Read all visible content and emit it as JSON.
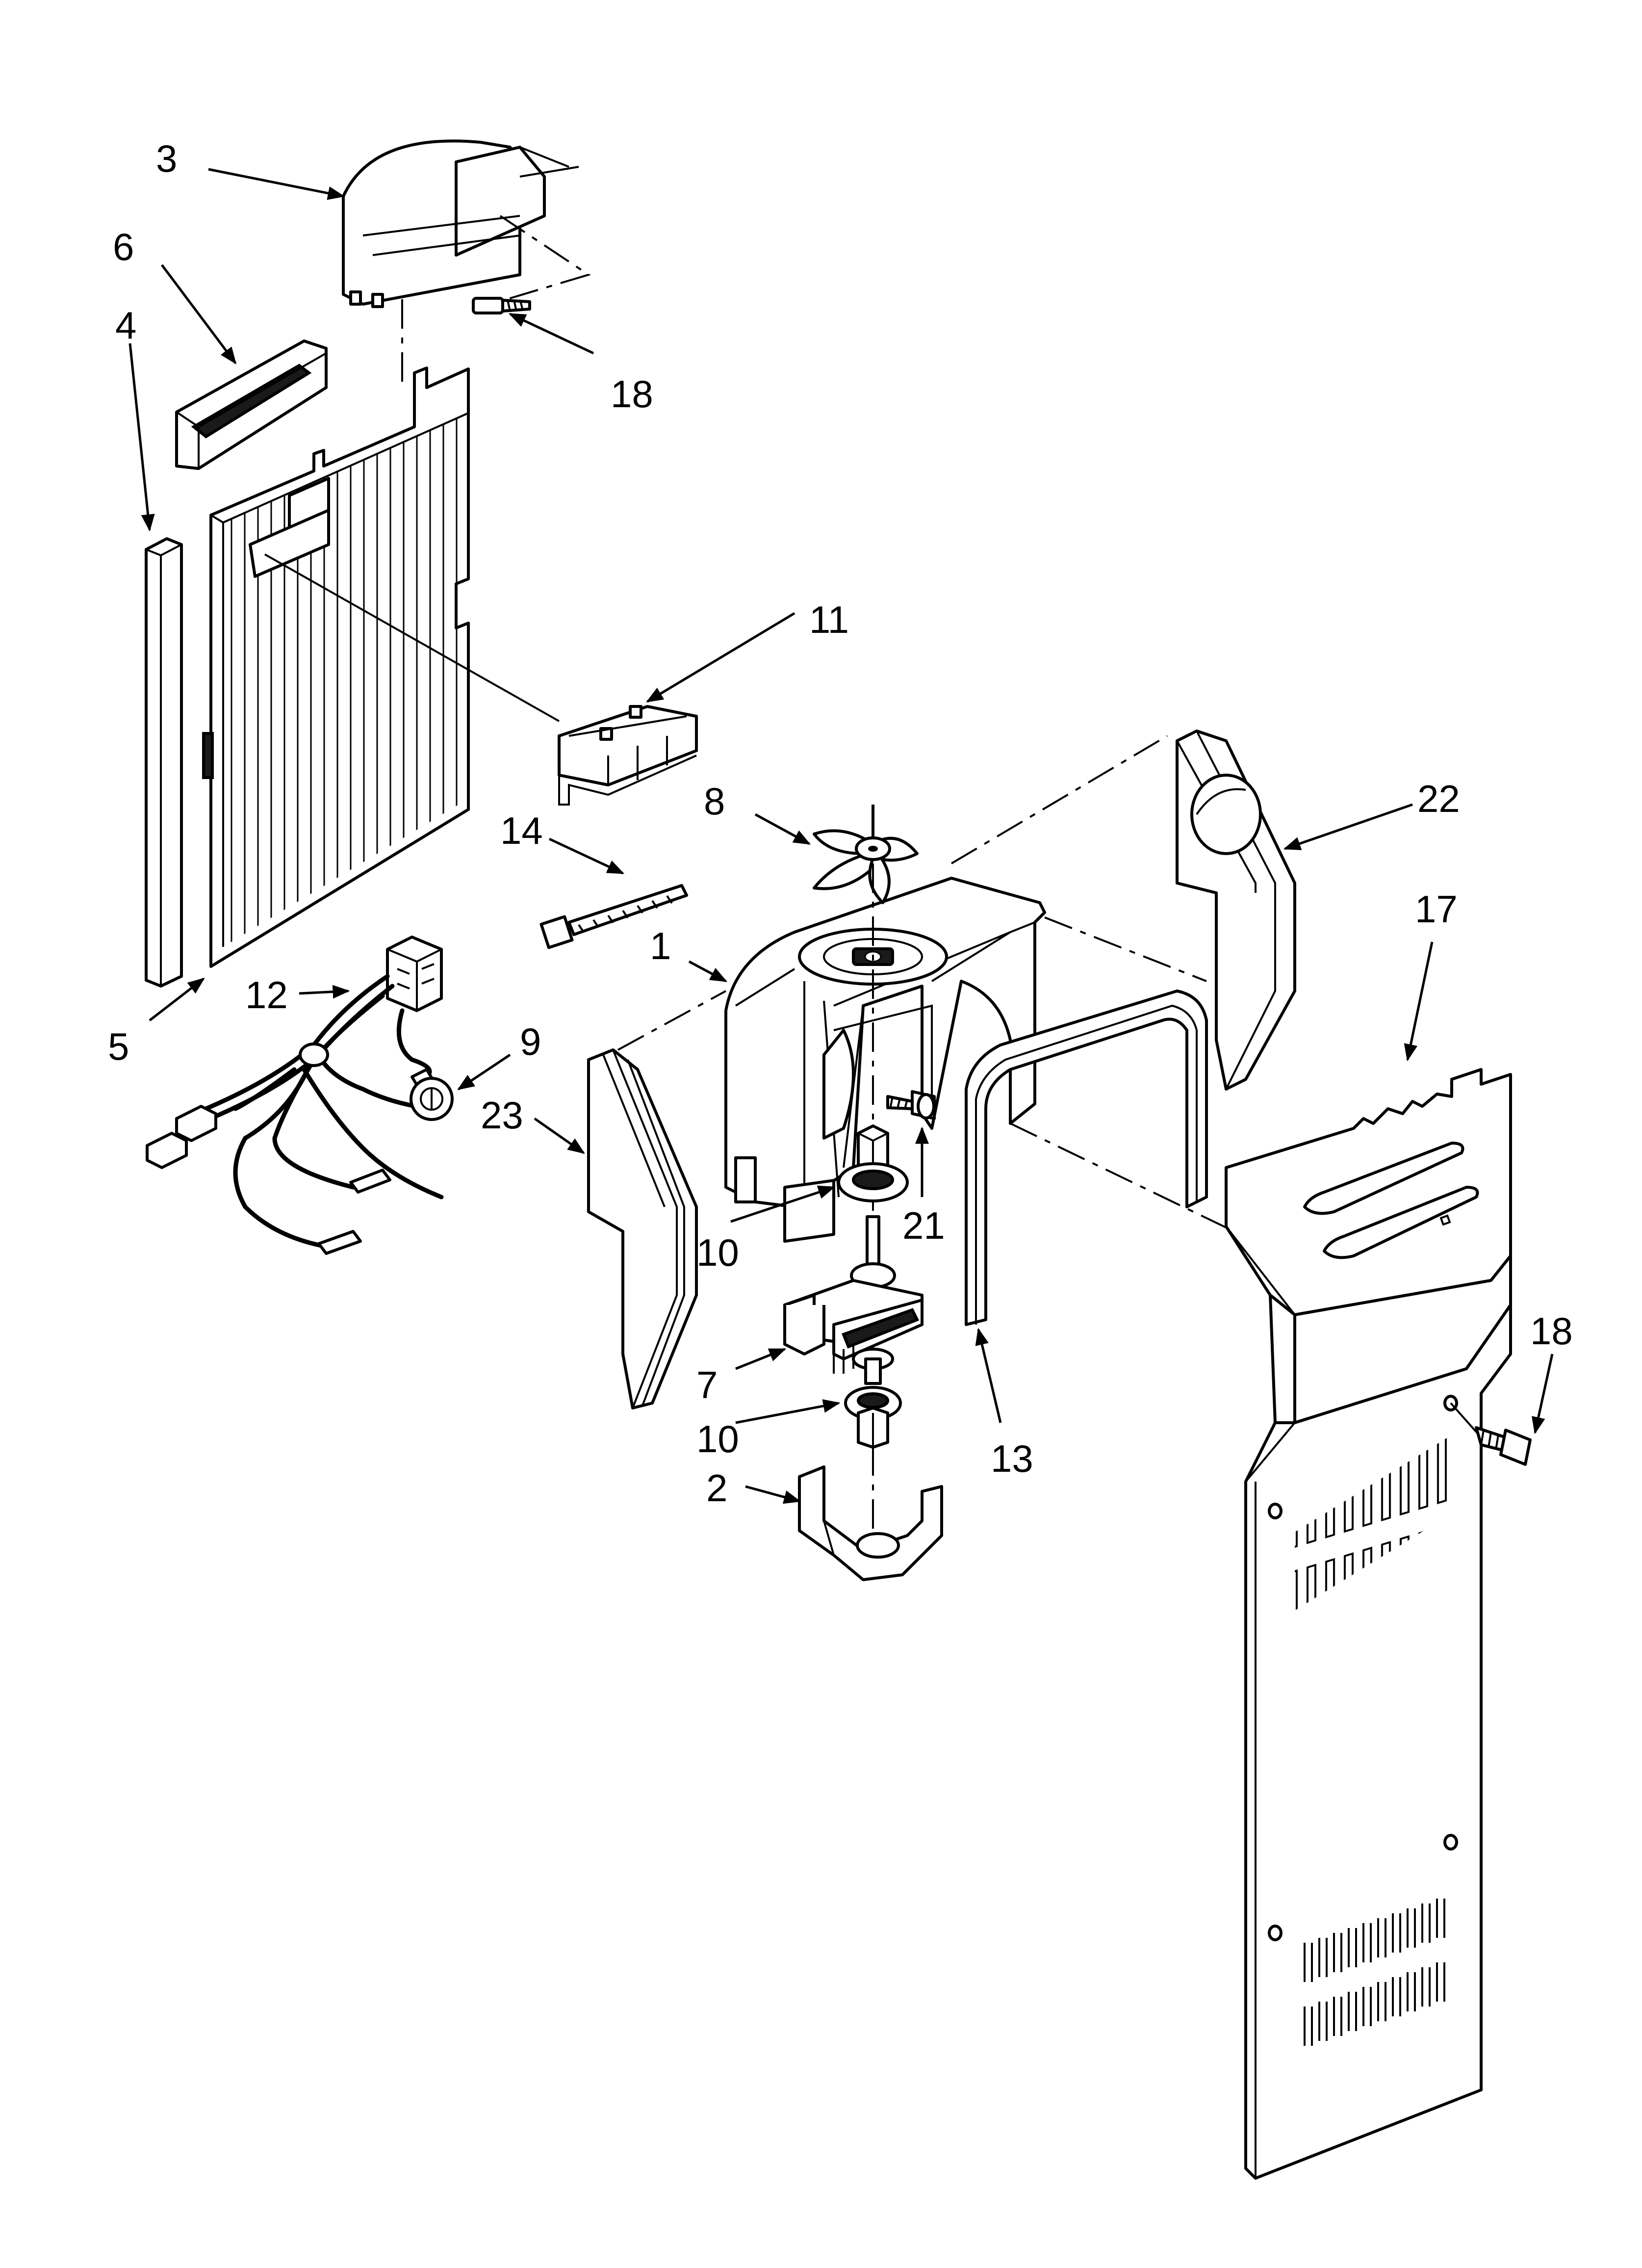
{
  "callouts": [
    {
      "id": "c3",
      "text": "3"
    },
    {
      "id": "c6",
      "text": "6"
    },
    {
      "id": "c4",
      "text": "4"
    },
    {
      "id": "c18a",
      "text": "18"
    },
    {
      "id": "c11",
      "text": "11"
    },
    {
      "id": "c8",
      "text": "8"
    },
    {
      "id": "c22",
      "text": "22"
    },
    {
      "id": "c14",
      "text": "14"
    },
    {
      "id": "c17",
      "text": "17"
    },
    {
      "id": "c1",
      "text": "1"
    },
    {
      "id": "c12",
      "text": "12"
    },
    {
      "id": "c9",
      "text": "9"
    },
    {
      "id": "c5",
      "text": "5"
    },
    {
      "id": "c23",
      "text": "23"
    },
    {
      "id": "c21",
      "text": "21"
    },
    {
      "id": "c10a",
      "text": "10"
    },
    {
      "id": "c7",
      "text": "7"
    },
    {
      "id": "c10b",
      "text": "10"
    },
    {
      "id": "c13",
      "text": "13"
    },
    {
      "id": "c18b",
      "text": "18"
    },
    {
      "id": "c2",
      "text": "2"
    }
  ]
}
